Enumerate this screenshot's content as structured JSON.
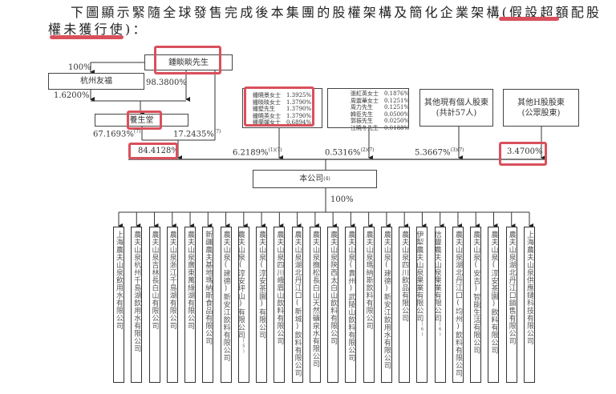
{
  "heading": {
    "line1": "下圖顯示緊隨全球發售完成後本集團的股權架構及簡化企業架構(假設超額配股",
    "line2": "權未獲行使)："
  },
  "highlight_color": "#d9505c",
  "shareholders": {
    "zhong": "鍾睒睒先生",
    "youfu": "杭州友福",
    "yangshengtang": "養生堂",
    "zhong_to_youfu": "100%",
    "zhong_to_yst": "98.3800%",
    "youfu_to_yst": "1.6200%",
    "yst_direct": "67.1693%",
    "yst_direct_note": "(7)",
    "yst_indirect": "17.2435%",
    "yst_indirect_note": "(7)",
    "yst_total": "84.4128%",
    "family_group": [
      {
        "name": "鍾曉景女士",
        "pct": "1.3925%"
      },
      {
        "name": "鍾晱晱女士",
        "pct": "1.3790%"
      },
      {
        "name": "鍾墅先生",
        "pct": "1.3790%"
      },
      {
        "name": "鍾曉英女士",
        "pct": "1.3790%"
      },
      {
        "name": "鍾蘭嬋女士",
        "pct": "0.6894%"
      }
    ],
    "family_total": "6.2189%",
    "family_note": "(1)(7)",
    "mgmt_group": [
      {
        "name": "張紅英女士",
        "pct": "0.1876%"
      },
      {
        "name": "周震華女士",
        "pct": "0.1251%"
      },
      {
        "name": "周力先生",
        "pct": "0.1251%"
      },
      {
        "name": "韓臣先生",
        "pct": "0.0500%"
      },
      {
        "name": "郭振先生",
        "pct": "0.0250%"
      },
      {
        "name": "江曉冬先生",
        "pct": "0.0188%"
      }
    ],
    "mgmt_total": "0.5316%",
    "mgmt_note": "(2)(7)",
    "others_line1": "其他現有個人股東",
    "others_line2": "(共計57人)",
    "others_total": "5.3667%",
    "others_note": "(3)(7)",
    "h_line1": "其他H股股東",
    "h_line2": "(公眾股東)",
    "h_total": "3.4700%"
  },
  "company": {
    "name": "本公司",
    "note": "(4)",
    "subsidiary_pct": "100%"
  },
  "subsidiaries": [
    {
      "name": "上海農夫山泉飲用水有限公司"
    },
    {
      "name": "農夫山泉杭州千島湖飲用水有限公司"
    },
    {
      "name": "農夫山泉吉林長白山有限公司"
    },
    {
      "name": "農夫山泉浙江千島湖有限公司"
    },
    {
      "name": "農夫山泉廣東萬綠湖有限公司"
    },
    {
      "name": "新疆農夫基地瑪納斯食品有限公司"
    },
    {
      "name": "農夫山泉(建德)新安江飲料有限公司"
    },
    {
      "name": "農夫山泉(淳安坪山)有限公司",
      "note": "(5)"
    },
    {
      "name": "農夫山泉(淳安茶園)有限公司"
    },
    {
      "name": "農夫山泉四川峨眉山飲料有限公司"
    },
    {
      "name": "農夫山泉湖北丹江口(新城)飲料有限公司"
    },
    {
      "name": "農夫山泉撫松長白山天然礦泉水有限公司"
    },
    {
      "name": "農夫山泉陝西太白山飲料有限公司"
    },
    {
      "name": "農夫山泉(貴州)武陵山飲料有限公司"
    },
    {
      "name": "農夫山泉瑪納斯飲料有限公司"
    },
    {
      "name": "農夫山泉(建德)新安江飲用水有限公司"
    },
    {
      "name": "農夫山泉四川飲品有限公司"
    },
    {
      "name": "伊犁農夫山泉果業有限公司",
      "note": "(6)"
    },
    {
      "name": "信豐農夫山泉果業有限公司",
      "note": "(6)"
    },
    {
      "name": "農夫山泉湖北丹江口(均州)飲料有限公司"
    },
    {
      "name": "農夫山泉(安吉)智能生活有限公司"
    },
    {
      "name": "農夫山泉(淳安茶園)飲料有限公司"
    },
    {
      "name": "農夫山泉湖北丹江口銷售有限公司"
    },
    {
      "name": "上海農夫山泉供應鏈科技有限公司"
    }
  ]
}
